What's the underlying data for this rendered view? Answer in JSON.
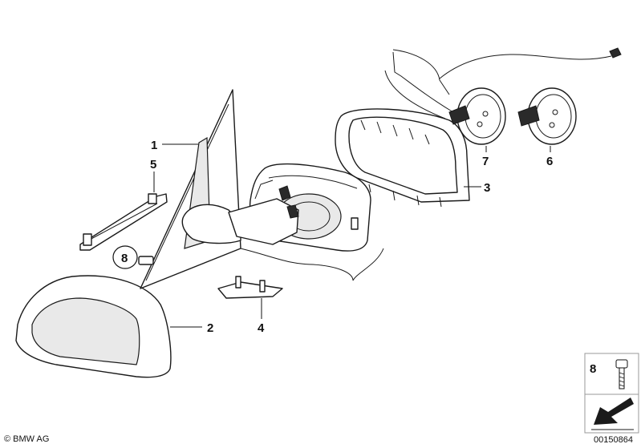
{
  "diagram": {
    "callouts": [
      {
        "id": "1",
        "label": "1"
      },
      {
        "id": "2",
        "label": "2"
      },
      {
        "id": "3",
        "label": "3"
      },
      {
        "id": "4",
        "label": "4"
      },
      {
        "id": "5",
        "label": "5"
      },
      {
        "id": "6",
        "label": "6"
      },
      {
        "id": "7",
        "label": "7"
      },
      {
        "id": "8",
        "label": "8"
      }
    ],
    "legend_box": {
      "label": "8"
    },
    "copyright": "© BMW AG",
    "reference_number": "00150864"
  }
}
